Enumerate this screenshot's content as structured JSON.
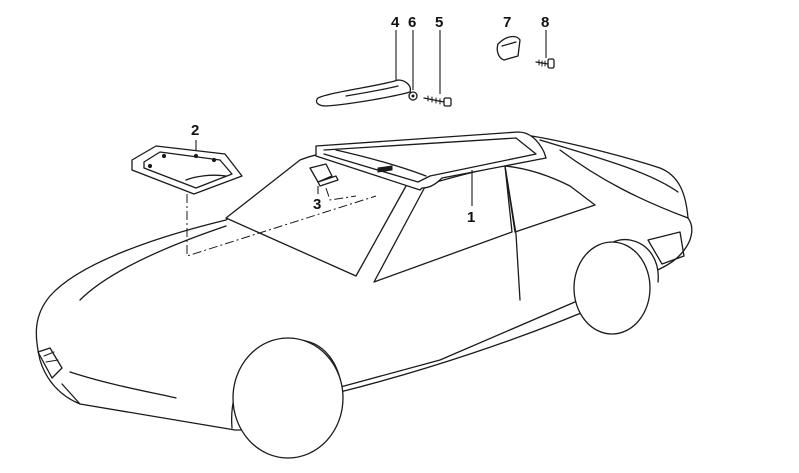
{
  "callouts": {
    "p1": "1",
    "p2": "2",
    "p3": "3",
    "p4": "4",
    "p5": "5",
    "p6": "6",
    "p7": "7",
    "p8": "8"
  },
  "colors": {
    "stroke": "#1a1a1a",
    "background": "#ffffff"
  }
}
